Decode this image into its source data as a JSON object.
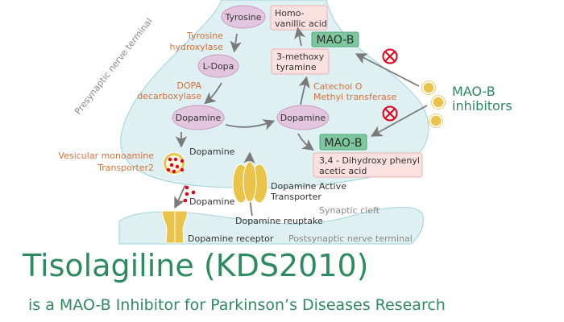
{
  "diagram": {
    "compounds": {
      "tyrosine": "Tyrosine",
      "ldopa": "L-Dopa",
      "dopamine_left": "Dopamine",
      "dopamine_right": "Dopamine",
      "hva_line1": "Homo-",
      "hva_line2": "vanillic acid",
      "mt_line1": "3-methoxy",
      "mt_line2": "tyramine",
      "dopac_line1": "3,4 - Dihydroxy phenyl",
      "dopac_line2": "acetic acid"
    },
    "enzymes": {
      "th_line1": "Tyrosine",
      "th_line2": "hydroxylase",
      "ddc_line1": "DOPA",
      "ddc_line2": "decarboxylase",
      "comt_line1": "Catechol O",
      "comt_line2": "Methyl transferase",
      "vmat_line1": "Vesicular monoamine",
      "vmat_line2": "Transporter2",
      "maob_top": "MAO-B",
      "maob_bottom": "MAO-B"
    },
    "labels": {
      "presynaptic": "Presynaptic nerve terminal",
      "dopamine_vesicle": "Dopamine",
      "dopamine_released": "Dopamine",
      "dopamine_receptor": "Dopamine receptor",
      "dat_line1": "Dopamine Active",
      "dat_line2": "Transporter",
      "reuptake": "Dopamine reuptake",
      "synaptic_cleft": "Synaptic cleft",
      "postsynaptic": "Postsynaptic nerve terminal",
      "inhibitors_line1": "MAO-B",
      "inhibitors_line2": "inhibitors"
    },
    "colors": {
      "cell": "#dff0f3",
      "compound": "#e3c6de",
      "product": "#fbe0e0",
      "enzyme": "#7cc79d",
      "accent": "#2e8a5f",
      "inhibit": "#e3001b",
      "protein": "#e9c34a"
    }
  },
  "title": "Tisolagiline (KDS2010)",
  "subtitle": "is a MAO-B Inhibitor for Parkinson’s Diseases Research"
}
